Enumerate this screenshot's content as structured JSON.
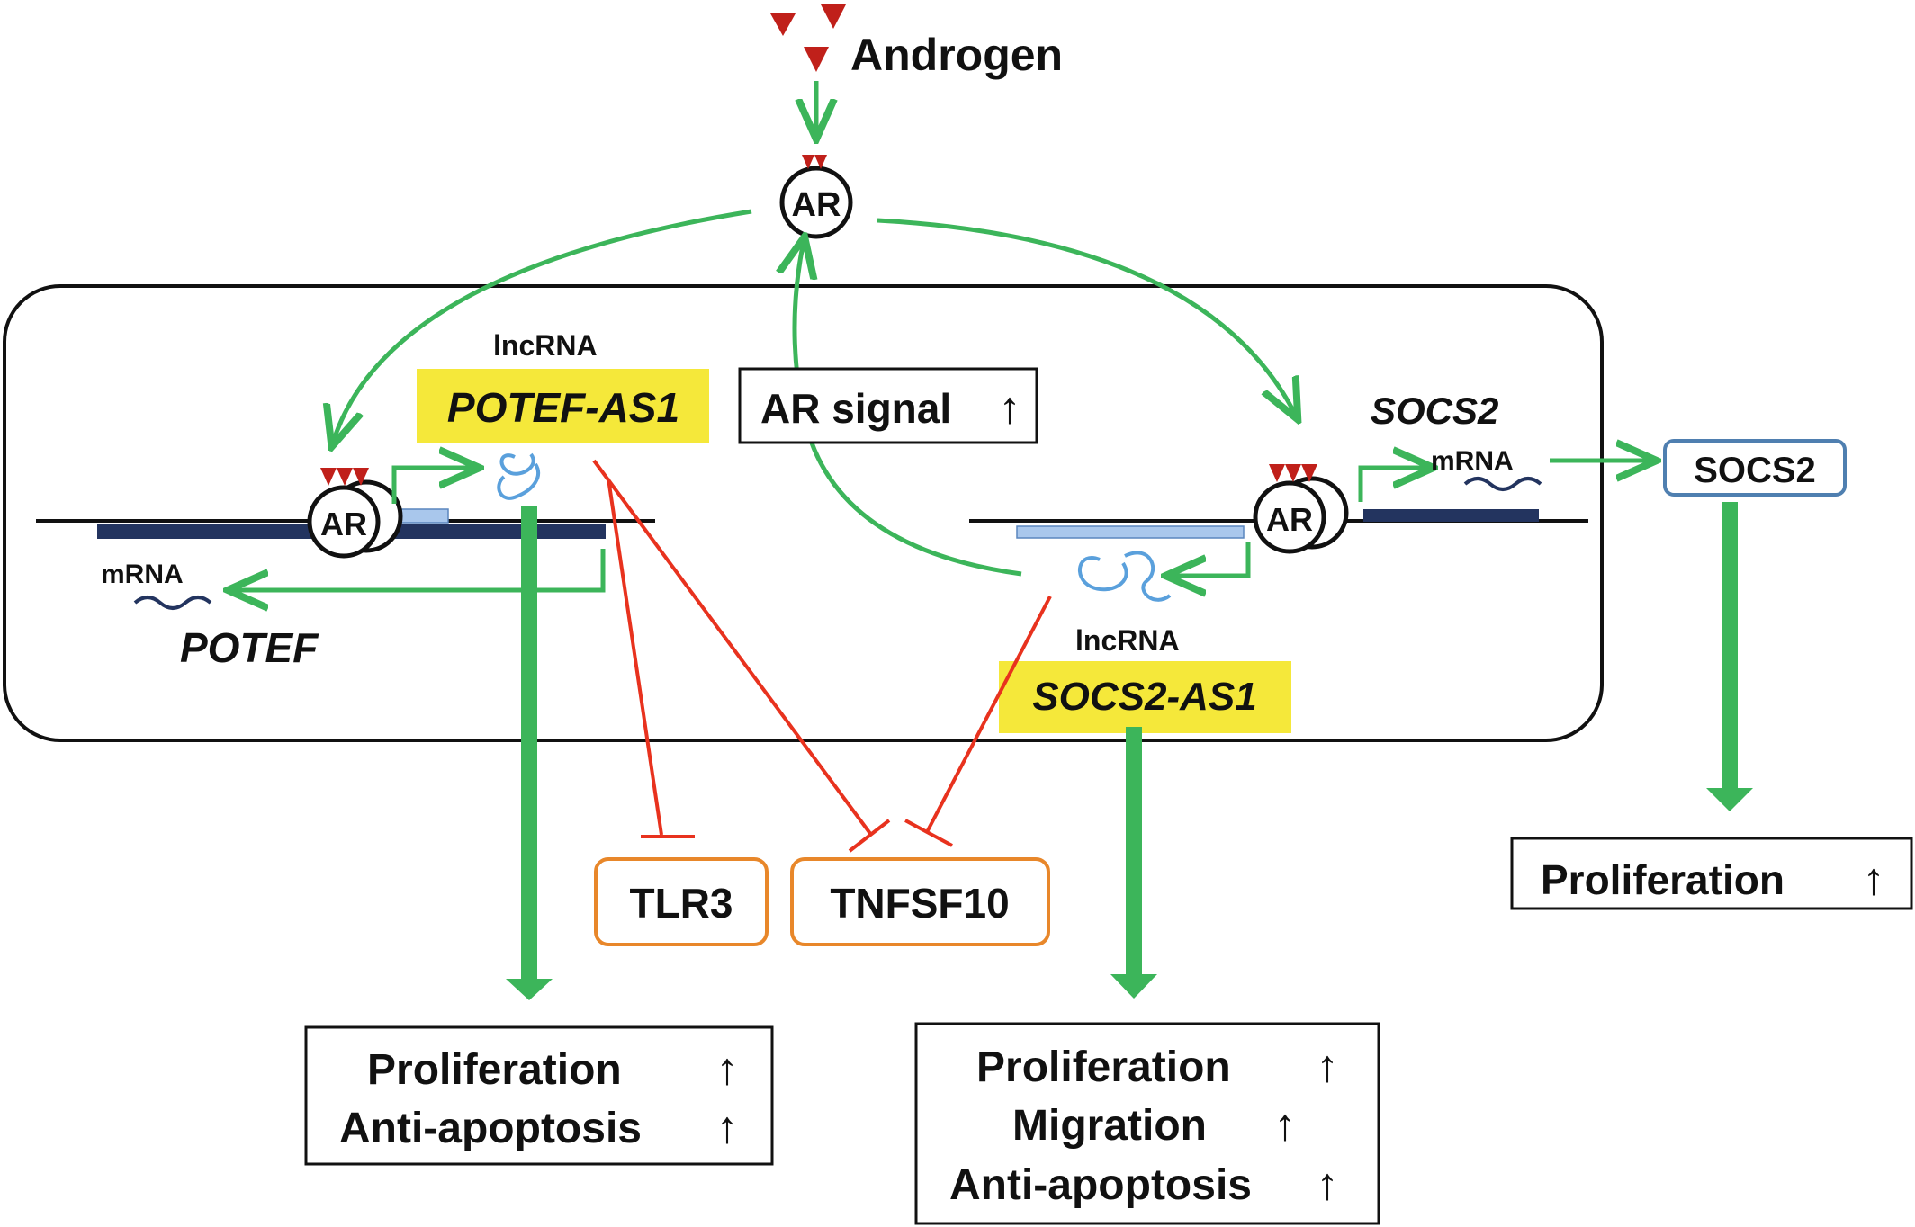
{
  "ligand": {
    "label": "Androgen"
  },
  "receptor": {
    "label": "AR"
  },
  "signal_box": {
    "label": "AR signal",
    "arrow": "↑"
  },
  "left_gene": {
    "lncrna_label": "lncRNA",
    "lncrna_name": "POTEF-AS1",
    "mrna_label": "mRNA",
    "gene_name": "POTEF"
  },
  "right_gene": {
    "gene_name": "SOCS2",
    "mrna_label": "mRNA",
    "lncrna_label": "lncRNA",
    "lncrna_name": "SOCS2-AS1"
  },
  "targets": {
    "tlr3": "TLR3",
    "tnfsf10": "TNFSF10"
  },
  "socs2_protein": {
    "label": "SOCS2"
  },
  "outcomes": {
    "socs2": {
      "line1": "Proliferation",
      "arrow1": "↑"
    },
    "potef": {
      "line1": "Proliferation",
      "arrow1": "↑",
      "line2": "Anti-apoptosis",
      "arrow2": "↑"
    },
    "socs2_as1": {
      "line1": "Proliferation",
      "arrow1": "↑",
      "line2": "Migration",
      "arrow2": "↑",
      "line3": "Anti-apoptosis",
      "arrow3": "↑"
    }
  },
  "colors": {
    "activation": "#3cb55a",
    "inhibition": "#e8321e",
    "ligand": "#c0201a",
    "highlight": "#f5e83a",
    "target_border": "#e8872a",
    "socs2_border": "#4f7fb0",
    "gene_body": "#23345f",
    "antisense": "#a9c7ec",
    "rna": "#5aa0dc"
  },
  "icons": [
    "androgen-triangle-icon",
    "receptor-circle-icon",
    "rna-squiggle-icon",
    "mrna-wave-icon",
    "up-arrow-icon"
  ]
}
